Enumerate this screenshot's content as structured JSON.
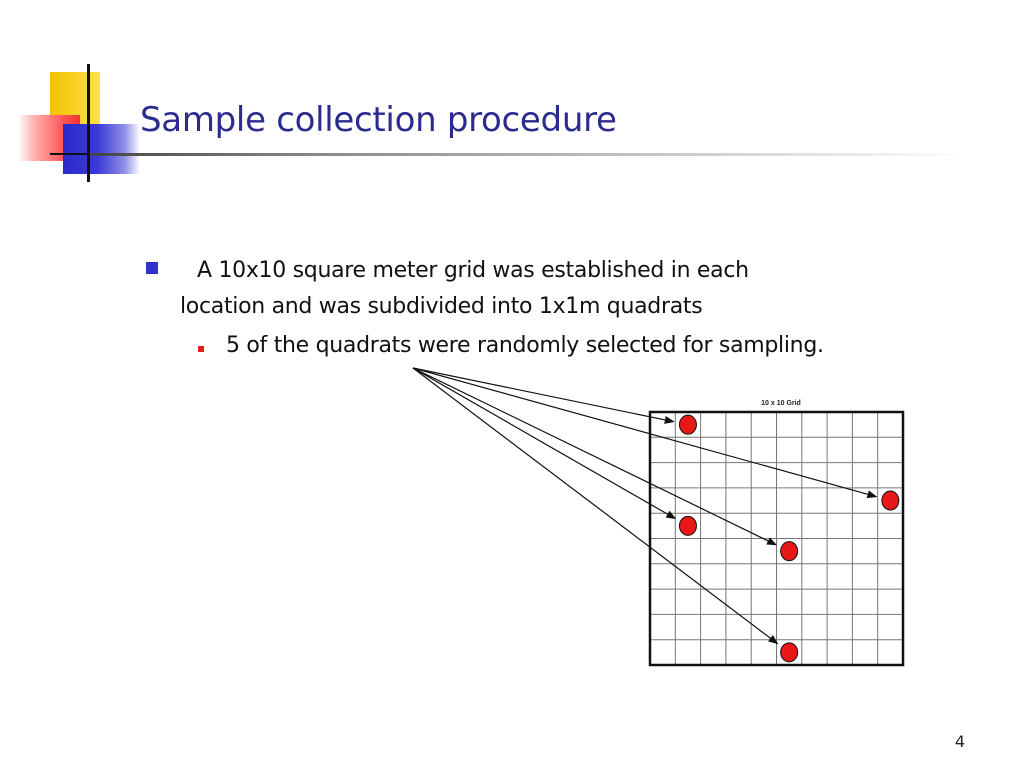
{
  "slide": {
    "title": "Sample collection procedure",
    "page_number": "4"
  },
  "bullets": [
    {
      "level": 1,
      "line1": "A 10x10 square meter grid was established in each",
      "line2": "location and was subdivided into 1x1m quadrats",
      "marker_color": "#3333cc"
    },
    {
      "level": 2,
      "text": "5 of the quadrats were randomly selected for sampling.",
      "marker_color": "#e61b1b"
    }
  ],
  "grid_figure": {
    "title": "10 x 10 Grid",
    "rows": 10,
    "cols": 10,
    "selected_quadrats": [
      {
        "col": 2,
        "row": 1
      },
      {
        "col": 10,
        "row": 4
      },
      {
        "col": 2,
        "row": 5
      },
      {
        "col": 6,
        "row": 6
      },
      {
        "col": 6,
        "row": 10
      }
    ],
    "marker_color": "#e81818",
    "accent": "#2b2b8f"
  }
}
